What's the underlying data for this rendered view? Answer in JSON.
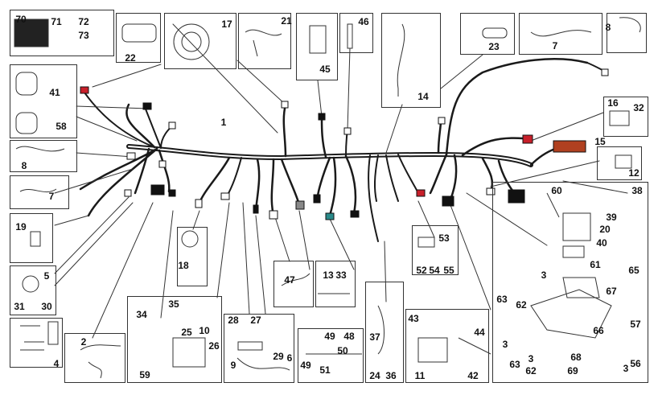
{
  "callouts": [
    "1",
    "2",
    "3",
    "3",
    "3",
    "3",
    "4",
    "5",
    "6",
    "7",
    "7",
    "8",
    "8",
    "9",
    "10",
    "11",
    "12",
    "13",
    "14",
    "15",
    "16",
    "17",
    "18",
    "19",
    "20",
    "21",
    "22",
    "23",
    "24",
    "25",
    "26",
    "27",
    "28",
    "29",
    "30",
    "31",
    "32",
    "33",
    "34",
    "35",
    "36",
    "37",
    "38",
    "39",
    "40",
    "41",
    "42",
    "43",
    "44",
    "45",
    "46",
    "47",
    "48",
    "49",
    "49",
    "50",
    "51",
    "52",
    "53",
    "54",
    "55",
    "56",
    "57",
    "58",
    "59",
    "60",
    "61",
    "62",
    "62",
    "63",
    "63",
    "65",
    "66",
    "67",
    "68",
    "69",
    "70",
    "71",
    "72",
    "73"
  ]
}
